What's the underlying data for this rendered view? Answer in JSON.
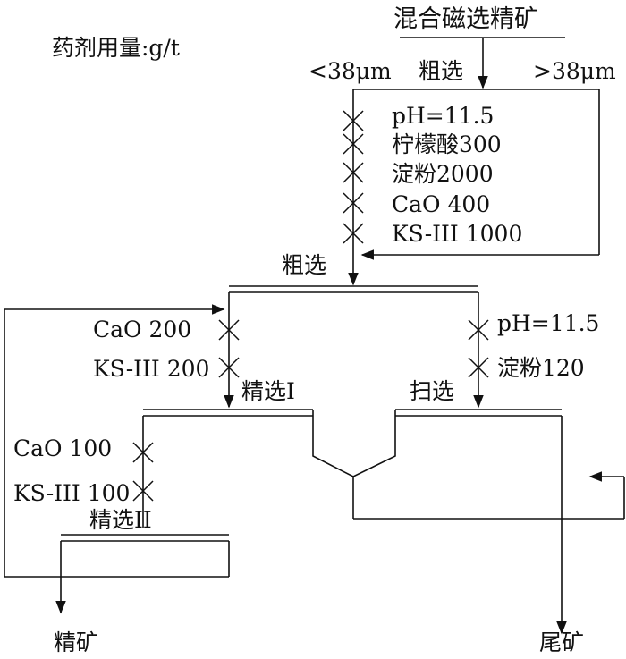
{
  "dosage_note": "药剂用量:g/t",
  "feed": "混合磁选精矿",
  "classification": {
    "fine": "<38μm",
    "coarse": ">38μm",
    "label": "粗选"
  },
  "rougher_reagents": [
    "pH=11.5",
    "柠檬酸300",
    "淀粉2000",
    "CaO 400",
    "KS-III 1000"
  ],
  "stages": {
    "rougher": "粗选",
    "cleaner1": "精选I",
    "scavenger": "扫选",
    "cleaner2": "精选II"
  },
  "cleaner1_reagents": [
    "CaO 200",
    "KS-III 200"
  ],
  "scavenger_reagents": [
    "pH=11.5",
    "淀粉120"
  ],
  "cleaner2_reagents": [
    "CaO 100",
    "KS-III 100"
  ],
  "products": {
    "concentrate": "精矿",
    "tailings": "尾矿"
  }
}
